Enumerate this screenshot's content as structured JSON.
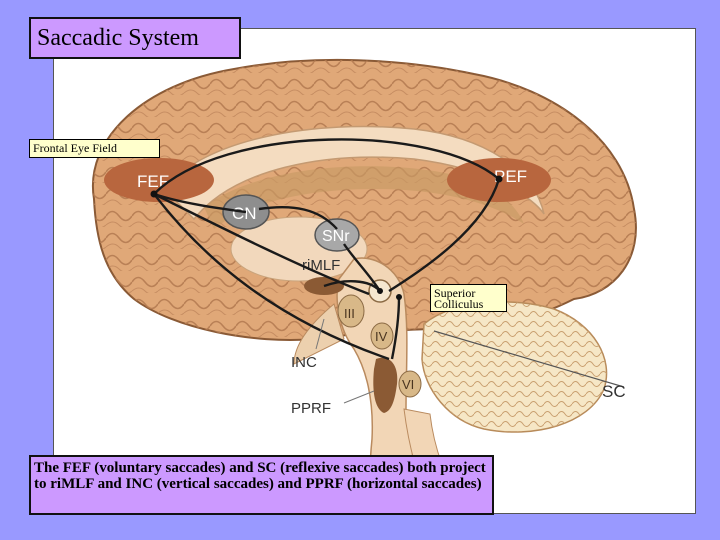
{
  "slide": {
    "title": "Saccadic System",
    "callouts": {
      "frontal_eye_field": "Frontal Eye Field",
      "superior_colliculus": "Superior Colliculus"
    },
    "caption": "The FEF (voluntary saccades) and SC (reflexive saccades) both project to riMLF and INC (vertical saccades) and PPRF (horizontal saccades)"
  },
  "diagram": {
    "labels": {
      "fef": "FEF",
      "pef": "PEF",
      "cn": "CN",
      "snr": "SNr",
      "rimlf": "riMLF",
      "iii": "III",
      "iv": "IV",
      "vi": "VI",
      "inc": "INC",
      "pprf": "PPRF",
      "sc": "SC"
    },
    "colors": {
      "background": "#9999ff",
      "title_fill": "#cc99ff",
      "callout_fill": "#ffffcc",
      "cortex": "#e0a878",
      "nucleus": "#b8663e",
      "gray_nucleus": "#999999"
    }
  }
}
